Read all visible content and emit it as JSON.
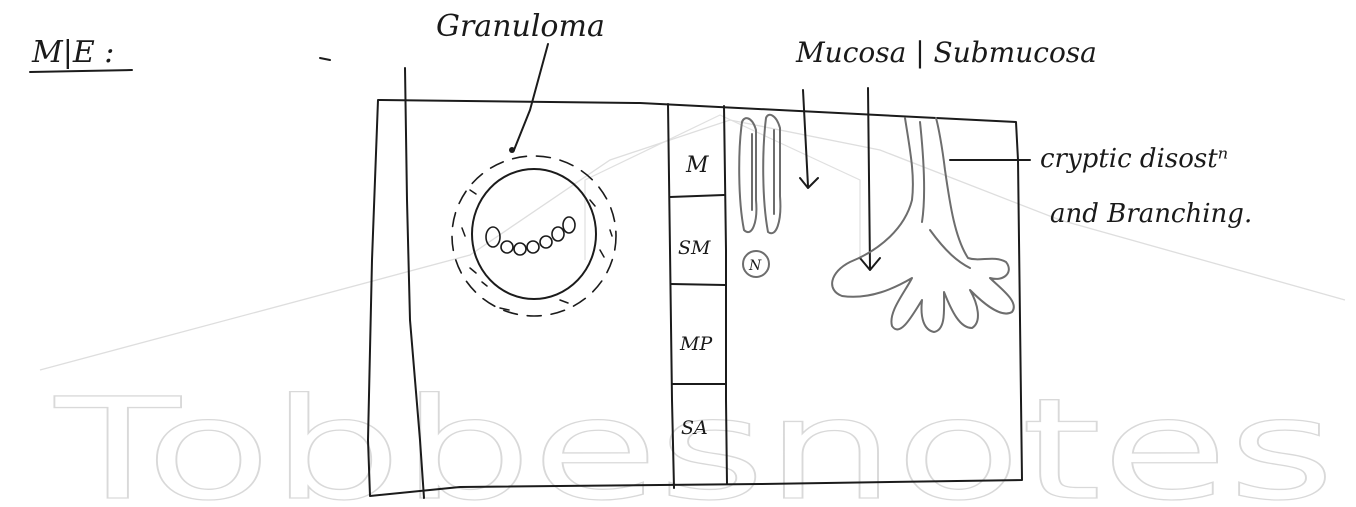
{
  "heading": "M|E :",
  "labels": {
    "granuloma": "Granuloma",
    "mucosa_submucosa": "Mucosa | Submucosa",
    "cryptic_line1": "cryptic disostⁿ",
    "cryptic_line2": "and Branching.",
    "layer_m": "M",
    "layer_sm": "SM",
    "layer_mp": "MP",
    "layer_sa": "SA",
    "small_circle": "N"
  },
  "watermark": "Tobbesnotes",
  "colors": {
    "ink": "#1b1b1b",
    "pencil": "#6d6d6d",
    "watermark": "#d9d9d9"
  }
}
